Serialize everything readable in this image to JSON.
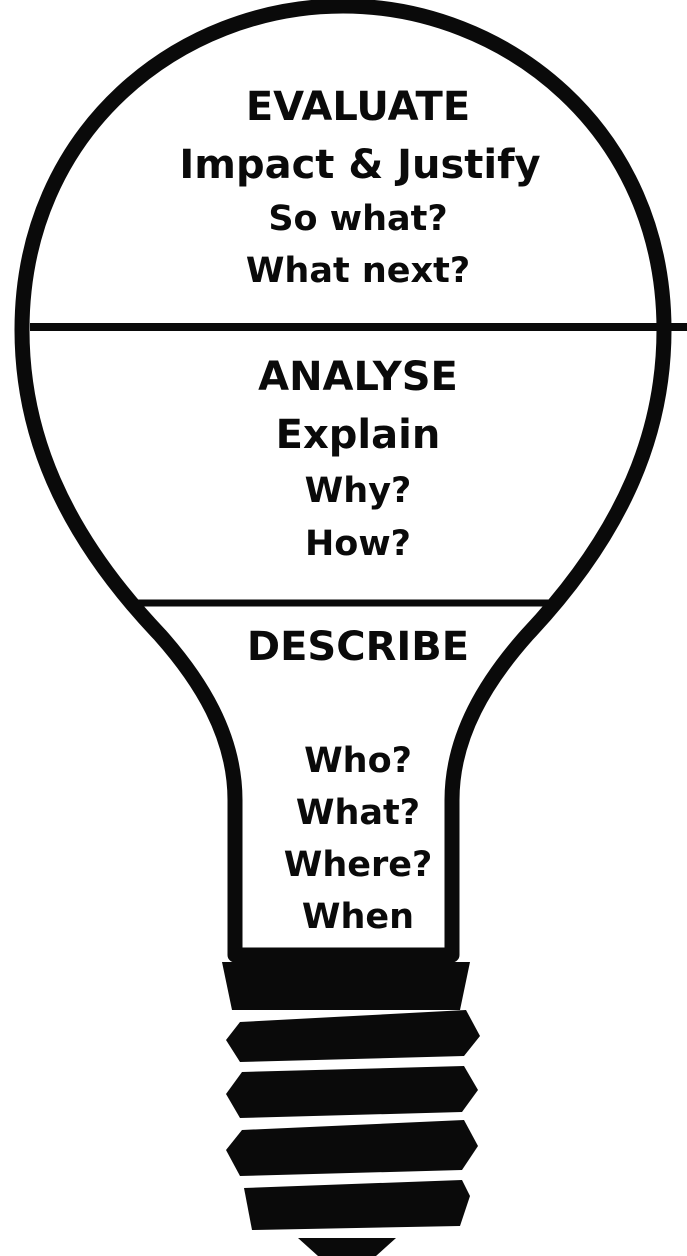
{
  "colors": {
    "background": "#ffffff",
    "ink": "#0a0a0a"
  },
  "sections": {
    "evaluate": {
      "heading": "EVALUATE",
      "subheading": "Impact & Justify",
      "questions": [
        "So what?",
        "What next?"
      ]
    },
    "analyse": {
      "heading": "ANALYSE",
      "subheading": "Explain",
      "questions": [
        "Why?",
        "How?"
      ]
    },
    "describe": {
      "heading": "DESCRIBE",
      "questions": [
        "Who?",
        "What?",
        "Where?",
        "When"
      ]
    }
  }
}
